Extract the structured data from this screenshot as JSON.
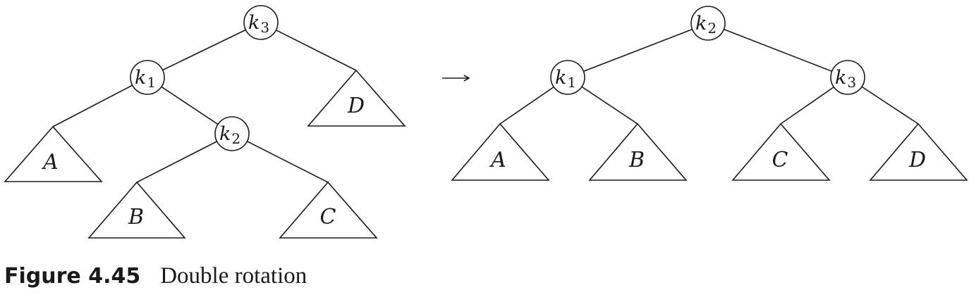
{
  "diagram": {
    "before_tree": {
      "nodes": [
        {
          "id": "b-k3",
          "letter": "k",
          "sub": "3"
        },
        {
          "id": "b-k1",
          "letter": "k",
          "sub": "1"
        },
        {
          "id": "b-k2",
          "letter": "k",
          "sub": "2"
        }
      ],
      "subtrees": [
        {
          "id": "b-A",
          "label": "A"
        },
        {
          "id": "b-B",
          "label": "B"
        },
        {
          "id": "b-C",
          "label": "C"
        },
        {
          "id": "b-D",
          "label": "D"
        }
      ]
    },
    "after_tree": {
      "nodes": [
        {
          "id": "a-k2",
          "letter": "k",
          "sub": "2"
        },
        {
          "id": "a-k1",
          "letter": "k",
          "sub": "1"
        },
        {
          "id": "a-k3",
          "letter": "k",
          "sub": "3"
        }
      ],
      "subtrees": [
        {
          "id": "a-A",
          "label": "A"
        },
        {
          "id": "a-B",
          "label": "B"
        },
        {
          "id": "a-C",
          "label": "C"
        },
        {
          "id": "a-D",
          "label": "D"
        }
      ]
    }
  },
  "caption": {
    "label": "Figure 4.45",
    "text": "Double rotation"
  }
}
